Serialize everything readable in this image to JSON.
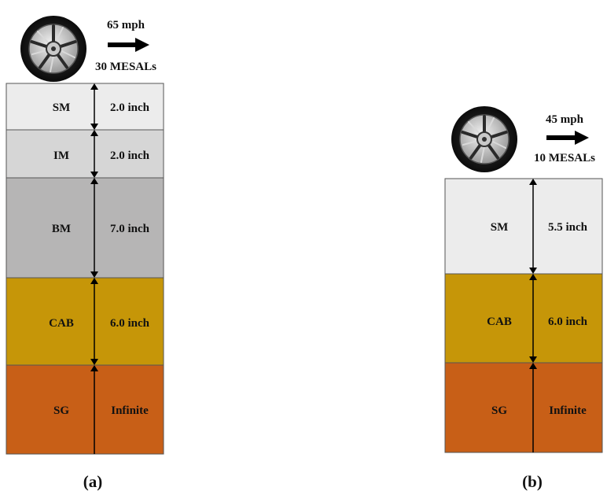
{
  "panel_a": {
    "speed": "65 mph",
    "load": "30 MESALs",
    "caption": "(a)",
    "layers": [
      {
        "name": "SM",
        "thickness": "2.0 inch",
        "color": "#ececec"
      },
      {
        "name": "IM",
        "thickness": "2.0 inch",
        "color": "#d6d6d6"
      },
      {
        "name": "BM",
        "thickness": "7.0 inch",
        "color": "#b6b5b5"
      },
      {
        "name": "CAB",
        "thickness": "6.0 inch",
        "color": "#c69608"
      },
      {
        "name": "SG",
        "thickness": "Infinite",
        "color": "#c85f17"
      }
    ]
  },
  "panel_b": {
    "speed": "45 mph",
    "load": "10 MESALs",
    "caption": "(b)",
    "layers": [
      {
        "name": "SM",
        "thickness": "5.5 inch",
        "color": "#ececec"
      },
      {
        "name": "CAB",
        "thickness": "6.0 inch",
        "color": "#c69608"
      },
      {
        "name": "SG",
        "thickness": "Infinite",
        "color": "#c85f17"
      }
    ]
  }
}
